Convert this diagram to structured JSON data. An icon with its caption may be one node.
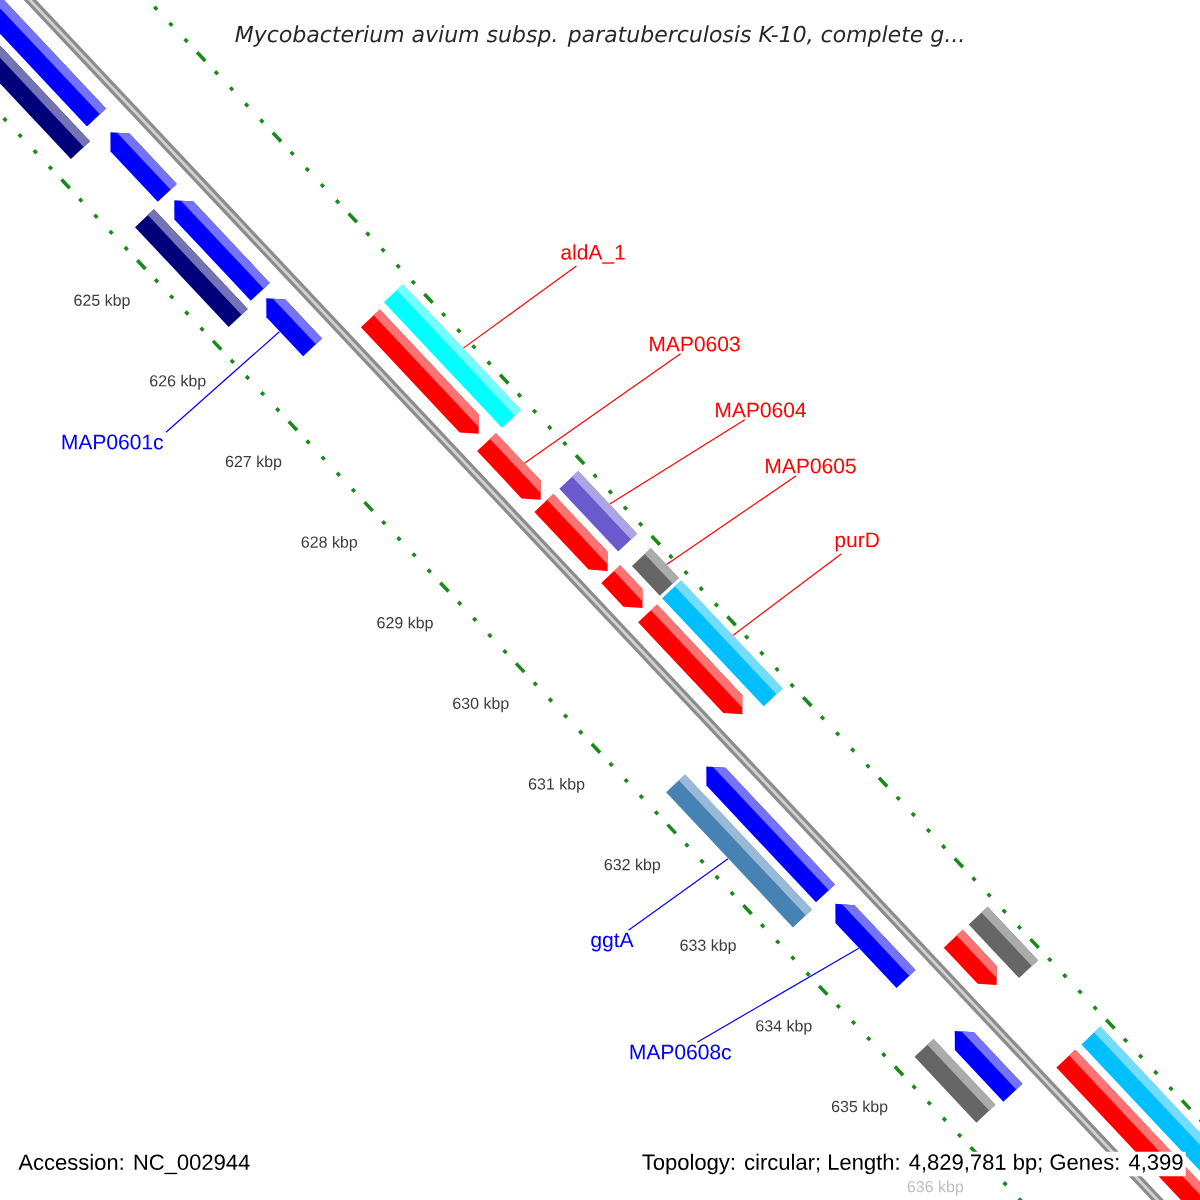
{
  "diagram": {
    "title": "Mycobacterium avium subsp. paratuberculosis K-10, complete g...",
    "nodes": [
      {
        "text": [
          "aldA_1"
        ]
      },
      {
        "text": [
          "MAP0603"
        ]
      },
      {
        "text": [
          "MAP0604"
        ]
      },
      {
        "text": [
          "MAP0605"
        ]
      },
      {
        "text": [
          "purD"
        ]
      },
      {
        "text": [
          "MAP0601c"
        ]
      },
      {
        "text": [
          "ggtA"
        ]
      },
      {
        "text": [
          "MAP0608c"
        ]
      },
      {
        "text": [],
        "shape": "bar"
      },
      {
        "text": [],
        "shape": "bar"
      },
      {
        "text": [],
        "shape": "bar"
      },
      {
        "text": [],
        "shape": "bar"
      },
      {
        "text": [],
        "shape": "bar"
      },
      {
        "text": [],
        "shape": "bar"
      },
      {
        "text": [],
        "shape": "bar"
      },
      {
        "text": [],
        "shape": "bar"
      }
    ],
    "edges": [
      {
        "from": 0,
        "to": 8,
        "arrow": "none"
      },
      {
        "from": 1,
        "to": 9,
        "arrow": "none"
      },
      {
        "from": 2,
        "to": 10,
        "arrow": "none"
      },
      {
        "from": 3,
        "to": 11,
        "arrow": "none"
      },
      {
        "from": 4,
        "to": 12,
        "arrow": "none"
      },
      {
        "from": 5,
        "to": 13,
        "arrow": "none",
        "color": "#0000ff"
      },
      {
        "from": 6,
        "to": 14,
        "arrow": "none",
        "color": "#0000ff"
      },
      {
        "from": 7,
        "to": 15,
        "arrow": "none",
        "color": "#0000ff"
      }
    ],
    "labels": [
      "625 kbp",
      "626 kbp",
      "627 kbp",
      "628 kbp",
      "629 kbp",
      "630 kbp",
      "631 kbp",
      "632 kbp",
      "633 kbp",
      "634 kbp",
      "635 kbp",
      "636 kbp",
      "Accession: NC_002944",
      "Topology: circular; Length: 4,829,781 bp; Genes: 4,399"
    ]
  }
}
